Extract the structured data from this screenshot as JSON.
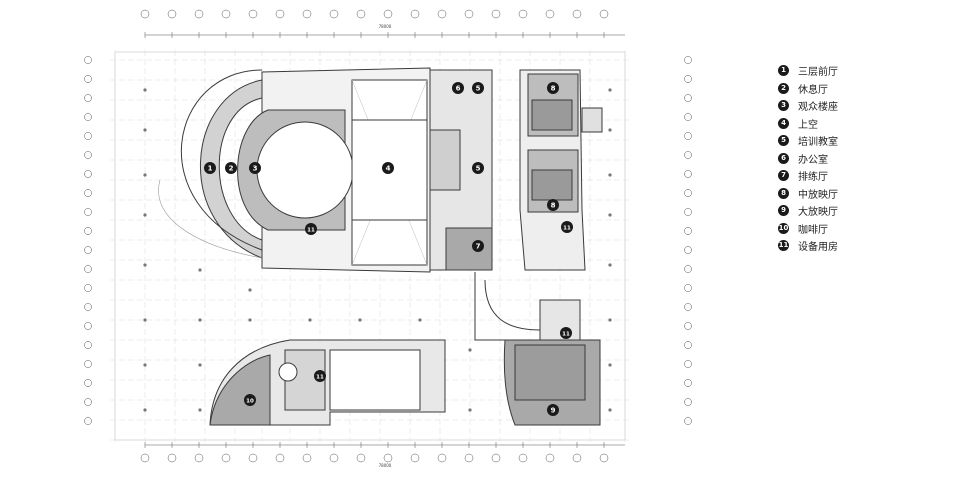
{
  "legend": [
    {
      "num": "1",
      "label": "三层前厅"
    },
    {
      "num": "2",
      "label": "休息厅"
    },
    {
      "num": "3",
      "label": "观众楼座"
    },
    {
      "num": "4",
      "label": "上空"
    },
    {
      "num": "5",
      "label": "培训教室"
    },
    {
      "num": "6",
      "label": "办公室"
    },
    {
      "num": "7",
      "label": "排练厅"
    },
    {
      "num": "8",
      "label": "中放映厅"
    },
    {
      "num": "9",
      "label": "大放映厅"
    },
    {
      "num": "10",
      "label": "咖啡厅"
    },
    {
      "num": "11",
      "label": "设备用房"
    }
  ],
  "plan_labels": [
    "1",
    "2",
    "3",
    "4",
    "5",
    "6",
    "5",
    "8",
    "8",
    "11",
    "7",
    "11",
    "11",
    "9",
    "10",
    "11"
  ],
  "dimension_totals": {
    "top": "78000",
    "bottom": "78000"
  },
  "colors": {
    "line": "#3a3a3a",
    "grid": "#9a9a9a",
    "fill_dark": "#a9a9a9",
    "fill_mid": "#cfcfcf",
    "badge": "#1a1a1a"
  }
}
